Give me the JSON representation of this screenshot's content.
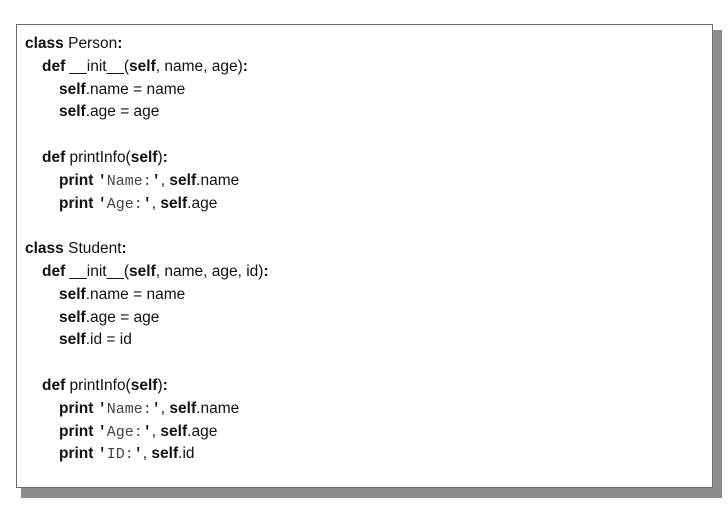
{
  "code": {
    "lines": [
      {
        "indent": 0,
        "tokens": [
          {
            "t": "kw",
            "v": "class"
          },
          {
            "t": "txt",
            "v": " Person"
          },
          {
            "t": "kw",
            "v": ":"
          }
        ]
      },
      {
        "indent": 1,
        "tokens": [
          {
            "t": "kw",
            "v": "def"
          },
          {
            "t": "txt",
            "v": " __init__("
          },
          {
            "t": "kw",
            "v": "self"
          },
          {
            "t": "txt",
            "v": ", name, age)"
          },
          {
            "t": "kw",
            "v": ":"
          }
        ]
      },
      {
        "indent": 2,
        "tokens": [
          {
            "t": "kw",
            "v": "self"
          },
          {
            "t": "txt",
            "v": ".name = name"
          }
        ]
      },
      {
        "indent": 2,
        "tokens": [
          {
            "t": "kw",
            "v": "self"
          },
          {
            "t": "txt",
            "v": ".age = age"
          }
        ]
      },
      {
        "indent": 0,
        "tokens": []
      },
      {
        "indent": 1,
        "tokens": [
          {
            "t": "kw",
            "v": "def"
          },
          {
            "t": "txt",
            "v": " printInfo("
          },
          {
            "t": "kw",
            "v": "self"
          },
          {
            "t": "txt",
            "v": ")"
          },
          {
            "t": "kw",
            "v": ":"
          }
        ]
      },
      {
        "indent": 2,
        "tokens": [
          {
            "t": "kw",
            "v": "print"
          },
          {
            "t": "txt",
            "v": " "
          },
          {
            "t": "q",
            "v": "'"
          },
          {
            "t": "str",
            "v": "Name:"
          },
          {
            "t": "q",
            "v": "'"
          },
          {
            "t": "txt",
            "v": ", "
          },
          {
            "t": "kw",
            "v": "self"
          },
          {
            "t": "txt",
            "v": ".name"
          }
        ]
      },
      {
        "indent": 2,
        "tokens": [
          {
            "t": "kw",
            "v": "print"
          },
          {
            "t": "txt",
            "v": " "
          },
          {
            "t": "q",
            "v": "'"
          },
          {
            "t": "str",
            "v": "Age:"
          },
          {
            "t": "q",
            "v": "'"
          },
          {
            "t": "txt",
            "v": ", "
          },
          {
            "t": "kw",
            "v": "self"
          },
          {
            "t": "txt",
            "v": ".age"
          }
        ]
      },
      {
        "indent": 0,
        "tokens": []
      },
      {
        "indent": 0,
        "tokens": [
          {
            "t": "kw",
            "v": "class"
          },
          {
            "t": "txt",
            "v": " Student"
          },
          {
            "t": "kw",
            "v": ":"
          }
        ]
      },
      {
        "indent": 1,
        "tokens": [
          {
            "t": "kw",
            "v": "def"
          },
          {
            "t": "txt",
            "v": " __init__("
          },
          {
            "t": "kw",
            "v": "self"
          },
          {
            "t": "txt",
            "v": ", name, age, id)"
          },
          {
            "t": "kw",
            "v": ":"
          }
        ]
      },
      {
        "indent": 2,
        "tokens": [
          {
            "t": "kw",
            "v": "self"
          },
          {
            "t": "txt",
            "v": ".name = name"
          }
        ]
      },
      {
        "indent": 2,
        "tokens": [
          {
            "t": "kw",
            "v": "self"
          },
          {
            "t": "txt",
            "v": ".age = age"
          }
        ]
      },
      {
        "indent": 2,
        "tokens": [
          {
            "t": "kw",
            "v": "self"
          },
          {
            "t": "txt",
            "v": ".id = id"
          }
        ]
      },
      {
        "indent": 0,
        "tokens": []
      },
      {
        "indent": 1,
        "tokens": [
          {
            "t": "kw",
            "v": "def"
          },
          {
            "t": "txt",
            "v": " printInfo("
          },
          {
            "t": "kw",
            "v": "self"
          },
          {
            "t": "txt",
            "v": ")"
          },
          {
            "t": "kw",
            "v": ":"
          }
        ]
      },
      {
        "indent": 2,
        "tokens": [
          {
            "t": "kw",
            "v": "print"
          },
          {
            "t": "txt",
            "v": " "
          },
          {
            "t": "q",
            "v": "'"
          },
          {
            "t": "str",
            "v": "Name:"
          },
          {
            "t": "q",
            "v": "'"
          },
          {
            "t": "txt",
            "v": ", "
          },
          {
            "t": "kw",
            "v": "self"
          },
          {
            "t": "txt",
            "v": ".name"
          }
        ]
      },
      {
        "indent": 2,
        "tokens": [
          {
            "t": "kw",
            "v": "print"
          },
          {
            "t": "txt",
            "v": " "
          },
          {
            "t": "q",
            "v": "'"
          },
          {
            "t": "str",
            "v": "Age:"
          },
          {
            "t": "q",
            "v": "'"
          },
          {
            "t": "txt",
            "v": ", "
          },
          {
            "t": "kw",
            "v": "self"
          },
          {
            "t": "txt",
            "v": ".age"
          }
        ]
      },
      {
        "indent": 2,
        "tokens": [
          {
            "t": "kw",
            "v": "print"
          },
          {
            "t": "txt",
            "v": " "
          },
          {
            "t": "q",
            "v": "'"
          },
          {
            "t": "str",
            "v": "ID:"
          },
          {
            "t": "q",
            "v": "'"
          },
          {
            "t": "txt",
            "v": ", "
          },
          {
            "t": "kw",
            "v": "self"
          },
          {
            "t": "txt",
            "v": ".id"
          }
        ]
      }
    ]
  }
}
